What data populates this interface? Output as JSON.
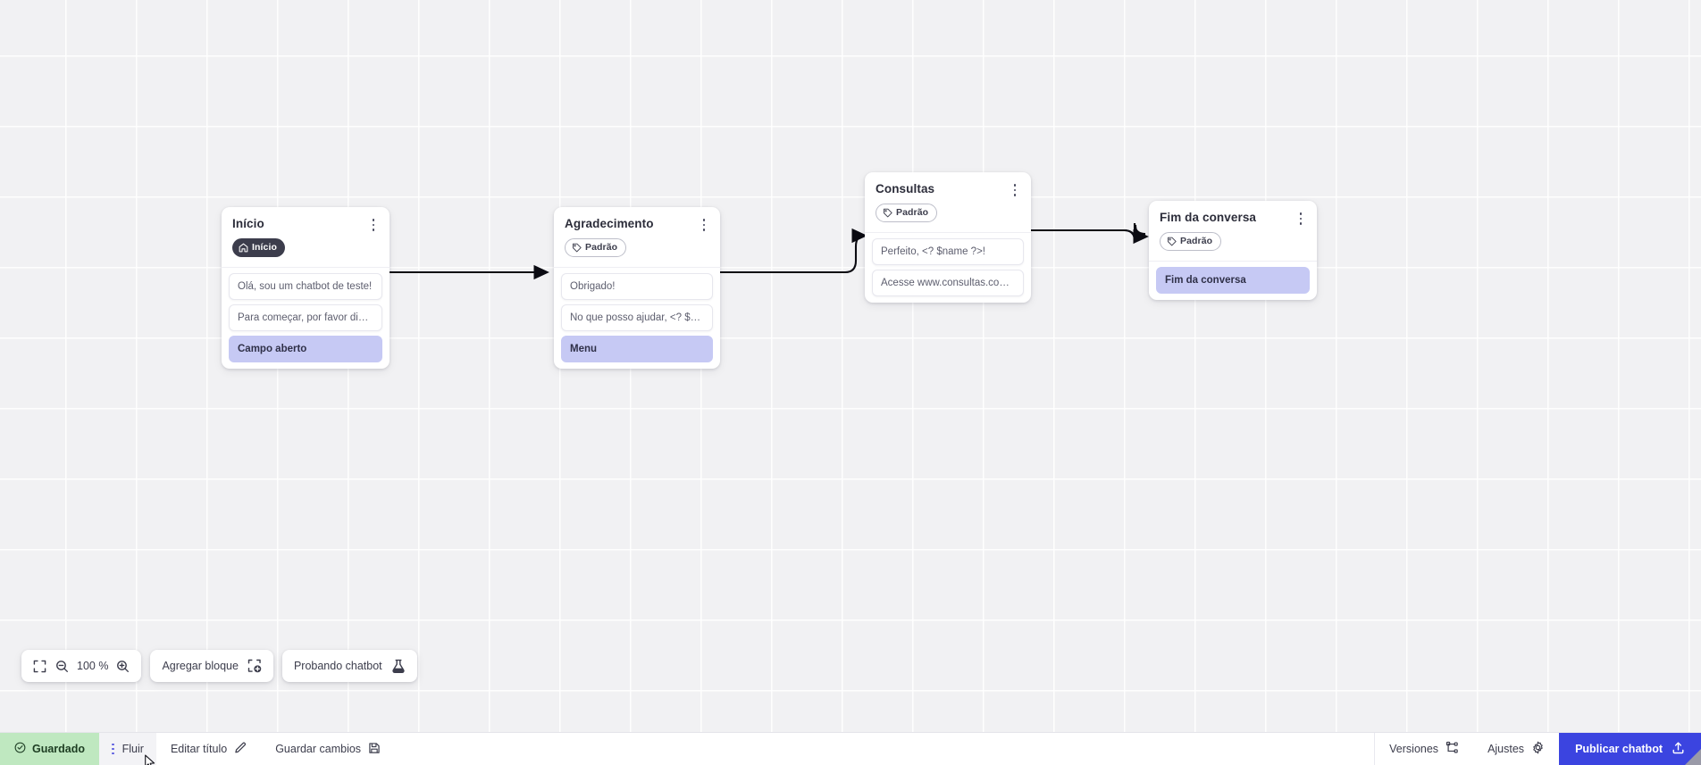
{
  "canvas": {
    "zoom_label": "100 %",
    "grid": true,
    "background_color": "#f1f1f3"
  },
  "nodes": [
    {
      "id": "inicio",
      "title": "Início",
      "badge": {
        "label": "Início",
        "type": "start",
        "icon": "home-icon"
      },
      "messages": [
        {
          "text": "Olá, sou um chatbot de teste!",
          "kind": "message"
        },
        {
          "text": "Para começar, por favor digite o ...",
          "kind": "message"
        },
        {
          "text": "Campo aberto",
          "kind": "action"
        }
      ]
    },
    {
      "id": "agradecimento",
      "title": "Agradecimento",
      "badge": {
        "label": "Padrão",
        "type": "default",
        "icon": "tag-icon"
      },
      "messages": [
        {
          "text": "Obrigado!",
          "kind": "message"
        },
        {
          "text": "No que posso ajudar, <? $name ...",
          "kind": "message"
        },
        {
          "text": "Menu",
          "kind": "action"
        }
      ]
    },
    {
      "id": "consultas",
      "title": "Consultas",
      "badge": {
        "label": "Padrão",
        "type": "default",
        "icon": "tag-icon"
      },
      "messages": [
        {
          "text": "Perfeito, <? $name ?>!",
          "kind": "message"
        },
        {
          "text": "Acesse www.consultas.com par...",
          "kind": "message"
        }
      ]
    },
    {
      "id": "fim",
      "title": "Fim da conversa",
      "badge": {
        "label": "Padrão",
        "type": "default",
        "icon": "tag-icon"
      },
      "messages": [
        {
          "text": "Fim da conversa",
          "kind": "action"
        }
      ]
    }
  ],
  "toolbar": {
    "fit_icon": "fit-screen-icon",
    "zoom_out_icon": "zoom-out-icon",
    "zoom_level": "100 %",
    "zoom_in_icon": "zoom-in-icon",
    "add_block_label": "Agregar bloque",
    "add_block_icon": "add-block-icon",
    "test_chatbot_label": "Probando chatbot",
    "test_chatbot_icon": "flask-icon"
  },
  "statusbar": {
    "saved_label": "Guardado",
    "saved_icon": "check-circle-icon",
    "saved_color": "#bfe8c0",
    "menu_icon": "vertical-dots-icon",
    "flow_tab_label": "Fluir",
    "edit_title_label": "Editar título",
    "edit_title_icon": "pencil-icon",
    "save_changes_label": "Guardar cambios",
    "save_changes_icon": "save-icon",
    "versions_label": "Versiones",
    "versions_icon": "branch-icon",
    "settings_label": "Ajustes",
    "settings_icon": "gear-icon",
    "publish_label": "Publicar chatbot",
    "publish_icon": "upload-icon",
    "publish_color": "#3b44e0"
  }
}
